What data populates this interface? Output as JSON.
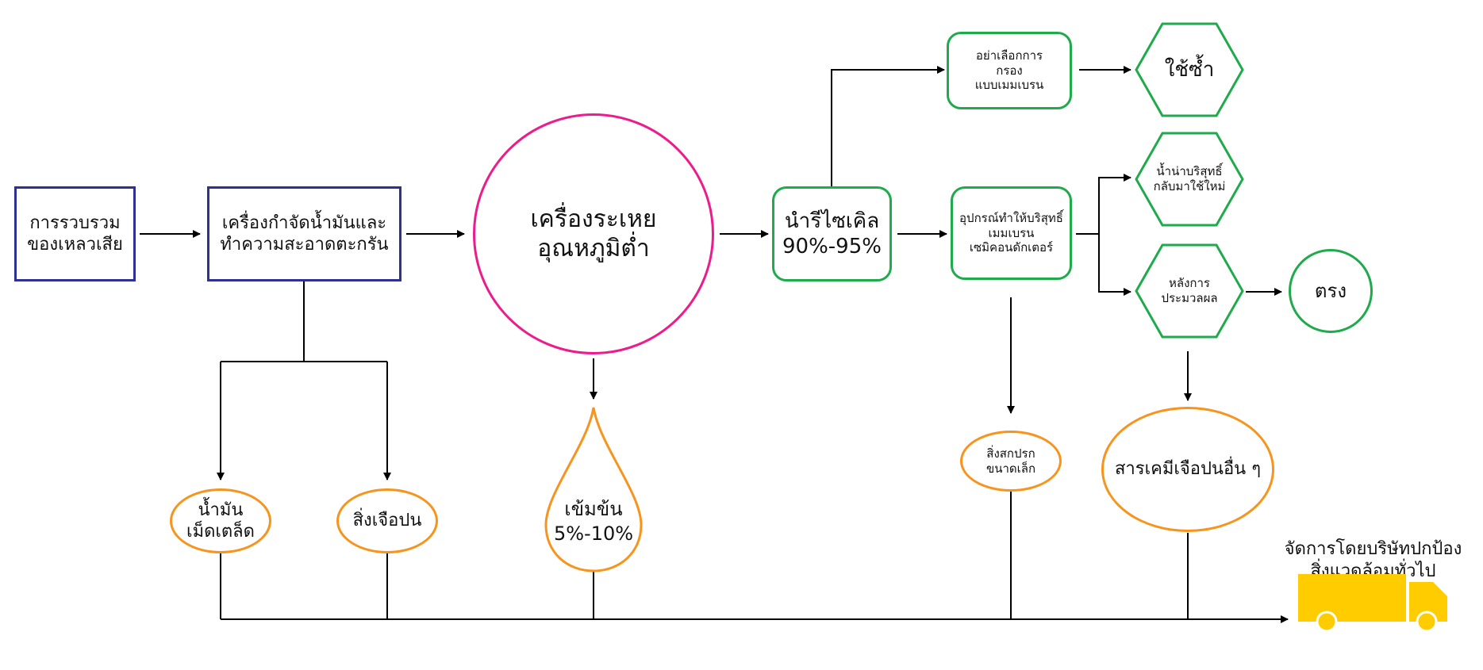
{
  "diagram": {
    "collect": "การรวบรวม\nของเหลวเสีย",
    "oil_removal": "เครื่องกำจัดน้ำมันและ\nทำความสะอาดตะกรัน",
    "evaporator": "เครื่องระเหย\nอุณหภูมิต่ำ",
    "recycle": "นำรีไซเคิล\n90%-95%",
    "membrane_select": "อย่าเลือกการ\nกรอง\nแบบเมมเบรน",
    "reuse": "ใช้ซ้ำ",
    "purifier": "อุปกรณ์ทำให้บริสุทธิ์\nเมมเบรน\nเซมิคอนดักเตอร์",
    "purified_water": "น้ำน่าบริสุทธิ์\nกลับมาใช้ใหม่",
    "after_process": "หลังการ\nประมวลผล",
    "direct": "ตรง",
    "oil_droplets": "น้ำมัน\nเม็ดเตล็ด",
    "impurities": "สิ่งเจือปน",
    "concentrate": "เข้มข้น\n5%-10%",
    "small_particles": "สิ่งสกปรก\nขนาดเล็ก",
    "other_chemicals": "สารเคมีเจือปนอื่น ๆ",
    "truck_label": "จัดการโดยบริษัทปกป้อง\nสิ่งแวดล้อมทั่วไป"
  },
  "colors": {
    "blue": "#2e3192",
    "green": "#1faa4b",
    "orange": "#f7941d",
    "pink": "#ec1c8d",
    "truck": "#ffcc00",
    "line": "#000000"
  }
}
